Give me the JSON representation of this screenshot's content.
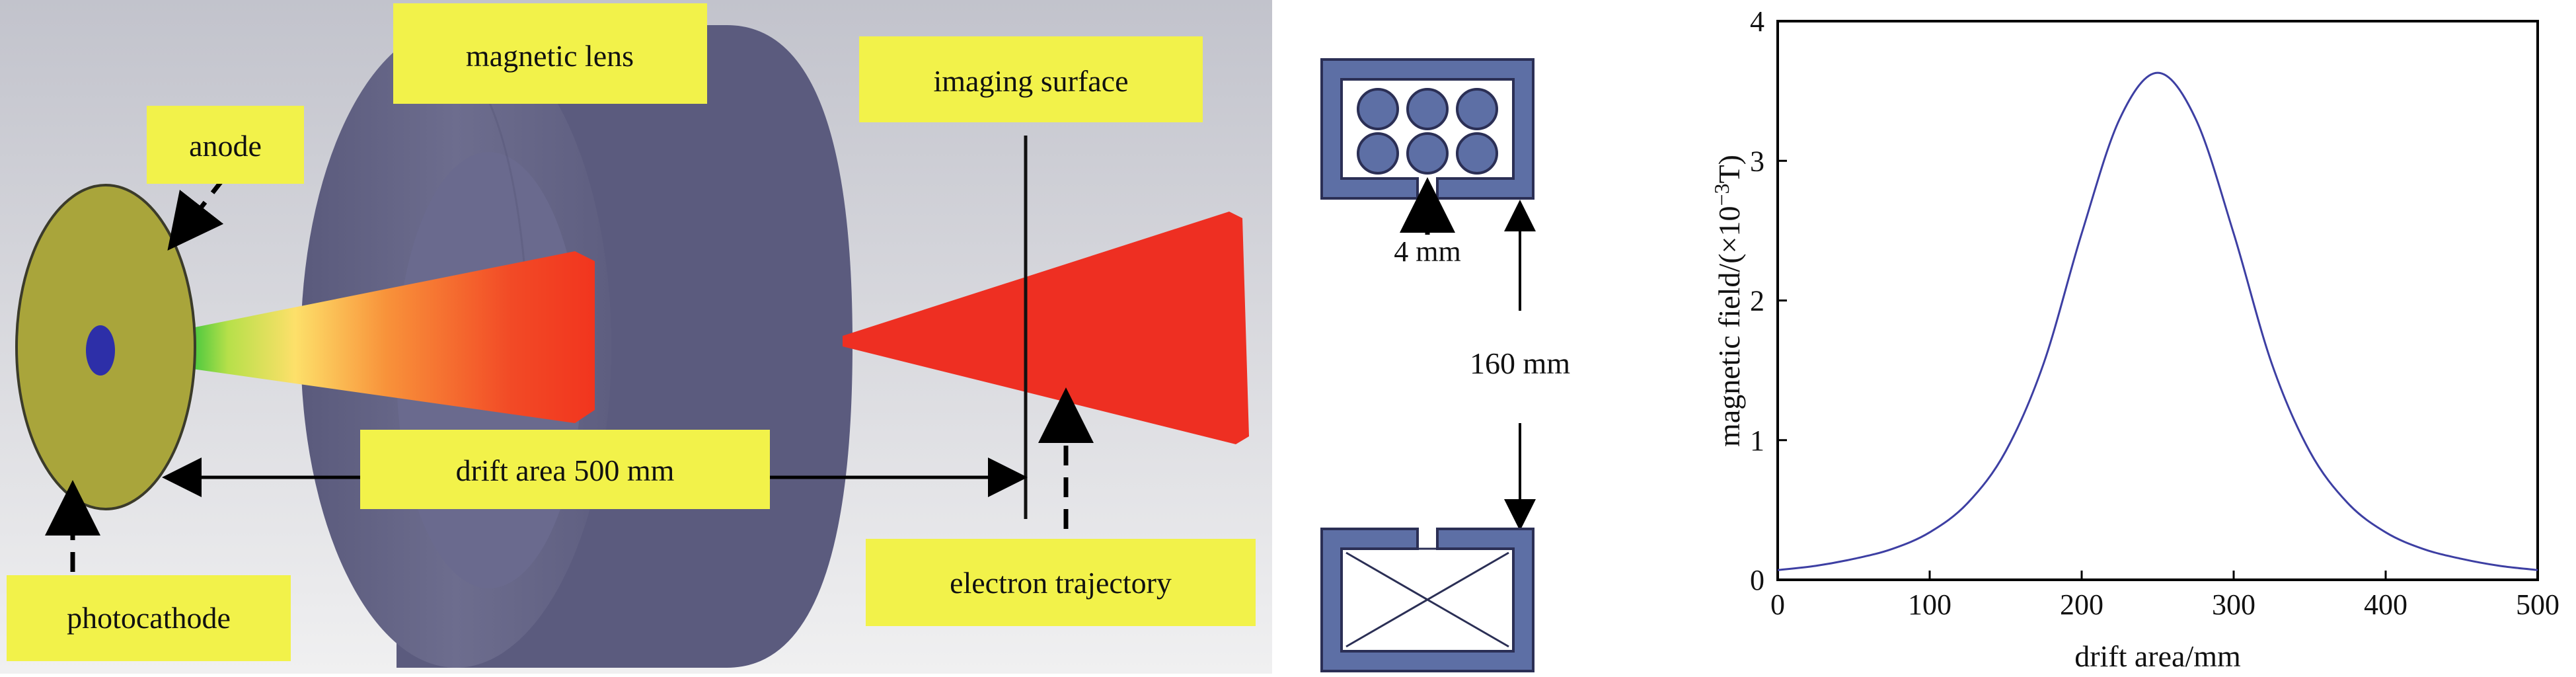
{
  "simulation": {
    "labels": {
      "magnetic_lens": "magnetic lens",
      "imaging_surface": "imaging surface",
      "anode": "anode",
      "drift_area": "drift area 500 mm",
      "photocathode": "photocathode",
      "electron_trajectory": "electron trajectory"
    },
    "colors": {
      "label_bg": "#f2f24a",
      "background_top": "#c8c9d1",
      "background_bottom": "#eeeeef",
      "lens_body": "#6c6c8c",
      "cathode_disk": "#a8a43a",
      "beam_start": "#22c43a",
      "beam_end": "#f2351e"
    }
  },
  "lens_cross_section": {
    "labels": {
      "gap": "4 mm",
      "separation": "160 mm"
    },
    "colors": {
      "frame": "#5d6fa5",
      "coil": "#5d6fa5"
    }
  },
  "chart_data": {
    "type": "line",
    "title": "",
    "xlabel": "drift area/mm",
    "ylabel_main": "magnetic field/(×10",
    "ylabel_sup": "−3",
    "ylabel_end": "T)",
    "xlim": [
      0,
      500
    ],
    "ylim": [
      0,
      4
    ],
    "xticks": [
      0,
      100,
      200,
      300,
      400,
      500
    ],
    "yticks": [
      0,
      1,
      2,
      3,
      4
    ],
    "grid": false,
    "line_color": "#3d3fa3",
    "series": [
      {
        "x": [
          0,
          25,
          50,
          75,
          100,
          125,
          150,
          175,
          200,
          225,
          250,
          275,
          300,
          325,
          350,
          375,
          400,
          425,
          450,
          475,
          500
        ],
        "values": [
          0.07,
          0.1,
          0.15,
          0.22,
          0.34,
          0.55,
          0.92,
          1.55,
          2.48,
          3.3,
          3.63,
          3.3,
          2.48,
          1.55,
          0.92,
          0.55,
          0.34,
          0.22,
          0.15,
          0.1,
          0.07
        ]
      }
    ]
  }
}
